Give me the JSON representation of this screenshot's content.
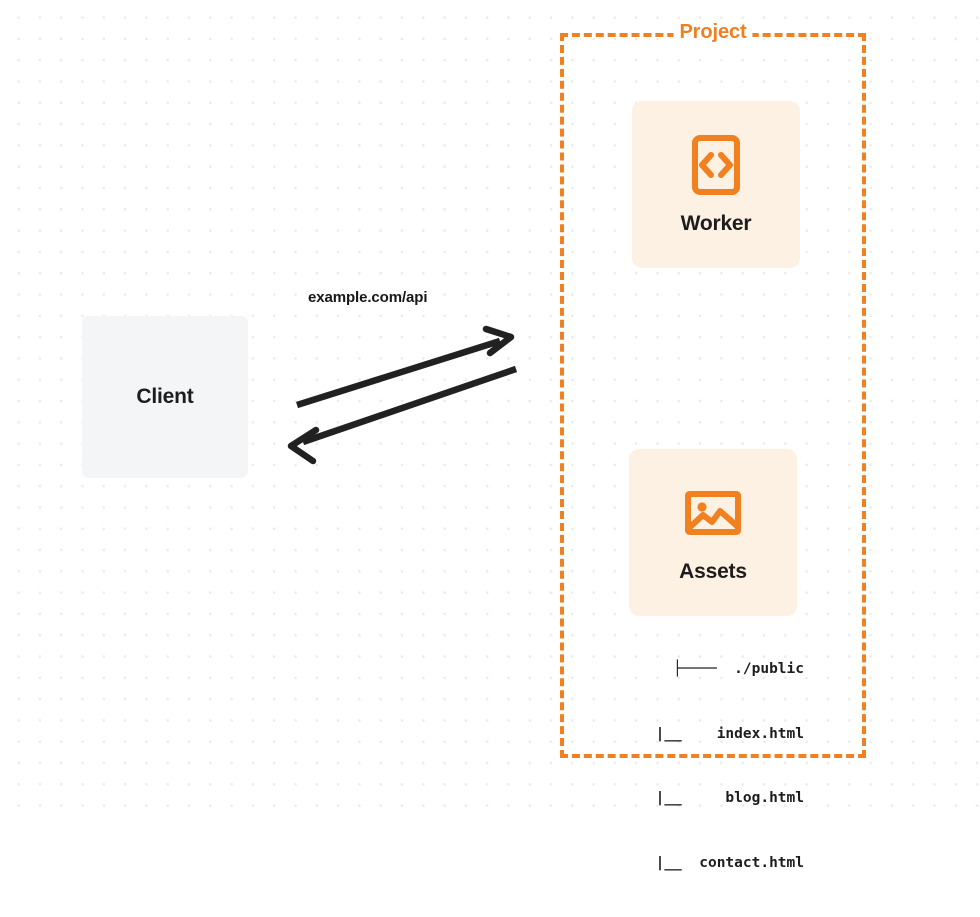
{
  "diagram": {
    "title_visible": false,
    "background": {
      "style": "dot-grid",
      "dot_color": "#ececec",
      "page_color": "#ffffff"
    },
    "colors": {
      "accent_orange": "#f08020",
      "card_fill": "#fdf1e3",
      "client_fill": "#f4f5f7",
      "text_dark": "#1d1d1d"
    },
    "client": {
      "label": "Client"
    },
    "project": {
      "label": "Project",
      "border_style": "dashed",
      "border_color": "#f08020"
    },
    "services": [
      {
        "id": "worker",
        "label": "Worker",
        "icon": "code-brackets-icon"
      },
      {
        "id": "assets",
        "label": "Assets",
        "icon": "image-icon"
      }
    ],
    "file_tree": {
      "rows": [
        "├────  ./public",
        "     |__    index.html",
        "     |__     blog.html",
        "     |__  contact.html"
      ],
      "root": "./public",
      "files": [
        "index.html",
        "blog.html",
        "contact.html"
      ]
    },
    "edges": [
      {
        "id": "request",
        "label": "example.com/api",
        "direction": "client-to-project",
        "arrowhead": "end",
        "color": "#212121"
      },
      {
        "id": "response",
        "label": "",
        "direction": "project-to-client",
        "arrowhead": "end",
        "color": "#212121"
      }
    ]
  }
}
